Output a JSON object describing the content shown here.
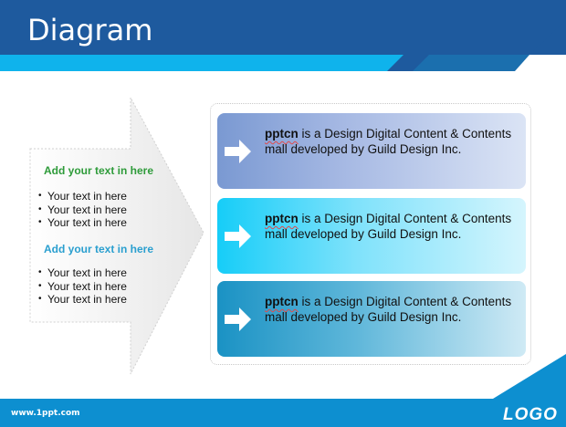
{
  "title": "Diagram",
  "footer": {
    "website": "www.1ppt.com",
    "logo": "LOGO"
  },
  "left_panel": {
    "groups": [
      {
        "heading": "Add your text in here",
        "items": [
          "Your text in here",
          "Your text in here",
          "Your text in here"
        ]
      },
      {
        "heading": "Add your text in here",
        "items": [
          "Your text in here",
          "Your text in here",
          "Your text in here"
        ]
      }
    ]
  },
  "boxes": [
    {
      "brand": "pptcn",
      "text": " is a Design Digital Content & Contents mall developed by Guild Design Inc."
    },
    {
      "brand": "pptcn",
      "text": " is a Design Digital Content & Contents mall developed by Guild Design Inc."
    },
    {
      "brand": "pptcn",
      "text": " is a Design Digital Content & Contents mall developed by Guild Design Inc."
    }
  ],
  "colors": {
    "header_dark": "#1e5a9e",
    "header_accent": "#0fb3ec",
    "footer": "#0d8fd0",
    "heading_green": "#2e9b3a",
    "heading_blue": "#2a9fcf"
  },
  "icons": {
    "box_arrow": "right-arrow-icon"
  }
}
